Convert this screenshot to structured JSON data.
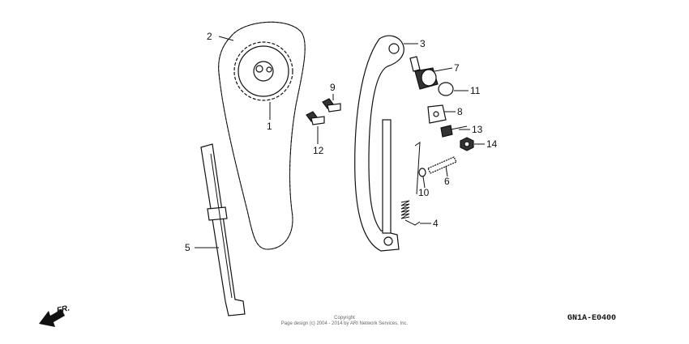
{
  "diagram": {
    "callouts": [
      "1",
      "2",
      "3",
      "4",
      "5",
      "6",
      "7",
      "8",
      "9",
      "10",
      "11",
      "12",
      "13",
      "14"
    ],
    "direction_label": "FR.",
    "diagram_code": "GN1A-E0400",
    "copyright_line1": "Copyright",
    "copyright_line2": "Page design (c) 2004 - 2014 by ARI Network Services, Inc."
  }
}
